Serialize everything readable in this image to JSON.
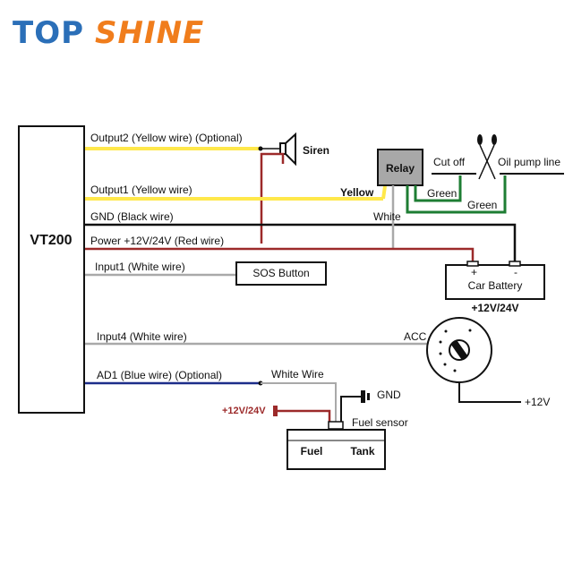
{
  "brand": {
    "logo_text_a": "TOP",
    "logo_text_b": "SHINE",
    "logo_blue": "#2b6fb8",
    "logo_orange": "#f07d1c"
  },
  "device": {
    "name": "VT200"
  },
  "wires": {
    "output2": "Output2 (Yellow wire) (Optional)",
    "output1": "Output1 (Yellow wire)",
    "gnd": "GND  (Black wire)",
    "power": "Power +12V/24V (Red wire)",
    "input1": "Input1 (White wire)",
    "input4": "Input4 (White wire)",
    "ad1": "AD1 (Blue wire) (Optional)"
  },
  "components": {
    "siren": "Siren",
    "relay": "Relay",
    "cut_off": "Cut off",
    "oil_pump_line": "Oil pump line",
    "yellow": "Yellow",
    "green_1": "Green",
    "green_2": "Green",
    "white": "White",
    "sos_button": "SOS Button",
    "battery": "Car Battery",
    "battery_plus": "+",
    "battery_minus": "-",
    "battery_voltage": "+12V/24V",
    "acc": "ACC",
    "ignition_v": "+12V",
    "white_wire": "White Wire",
    "gnd": "GND",
    "sensor_v": "+12V/24V",
    "fuel_sensor": "Fuel sensor",
    "tank_fuel": "Fuel",
    "tank_tank": "Tank"
  },
  "colors": {
    "yellow": "#ffe84a",
    "red": "#9c2a2a",
    "black": "#111111",
    "white_wire": "#a9a9a9",
    "blue": "#1c2d8a",
    "green": "#1e7d33",
    "relay_fill": "#a8a8a8"
  }
}
